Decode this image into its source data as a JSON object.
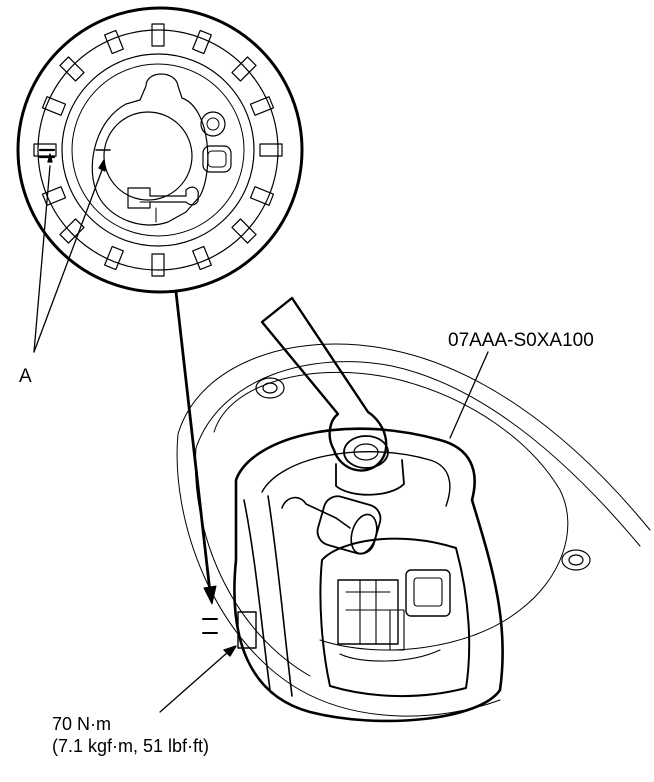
{
  "labels": {
    "callout_a": "A",
    "tool_number": "07AAA-S0XA100",
    "torque_metric": "70 N·m",
    "torque_imperial": "(7.1 kgf·m, 51 lbf·ft)"
  },
  "colors": {
    "line": "#000000",
    "background": "#ffffff"
  }
}
